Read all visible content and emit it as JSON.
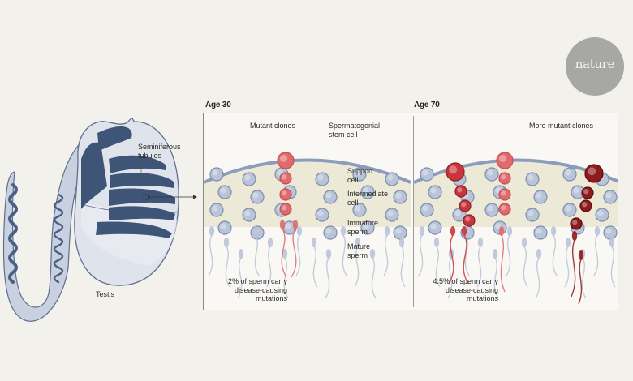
{
  "publisher_logo": {
    "text": "nature",
    "color": "#a7a8a6"
  },
  "testis_illustration": {
    "caption": "Testis",
    "callout": "Seminiferous tubules"
  },
  "panels": [
    {
      "title": "Age 30",
      "labels": {
        "mutant_clones": "Mutant clones",
        "stem_cell": "Spermatogonial stem cell",
        "support_cell": "Support cell",
        "intermediate_cell": "Intermediate cell",
        "immature_sperm": "Immature sperm",
        "mature_sperm": "Mature sperm"
      },
      "statistic": "2% of sperm carry disease-causing mutations",
      "statistic_lines": [
        "2% of sperm carry",
        "disease-causing",
        "mutations"
      ],
      "mutant_clone_count": 1
    },
    {
      "title": "Age 70",
      "labels": {
        "mutant_clones": "More mutant clones"
      },
      "statistic": "4.5% of sperm carry disease-causing mutations",
      "statistic_lines": [
        "4.5% of sperm carry",
        "disease-causing",
        "mutations"
      ],
      "mutant_clone_count": 3
    }
  ],
  "colors": {
    "normal_cell": "#b9c4d8",
    "normal_cell_outline": "#7d8db0",
    "mutant_light": "#e06a6e",
    "mutant_medium": "#c8363c",
    "mutant_dark": "#8e1a1c",
    "tubule_wall": "#8c9cbc",
    "tubule_dark": "#3f5577",
    "support_tissue": "#ecead6"
  }
}
